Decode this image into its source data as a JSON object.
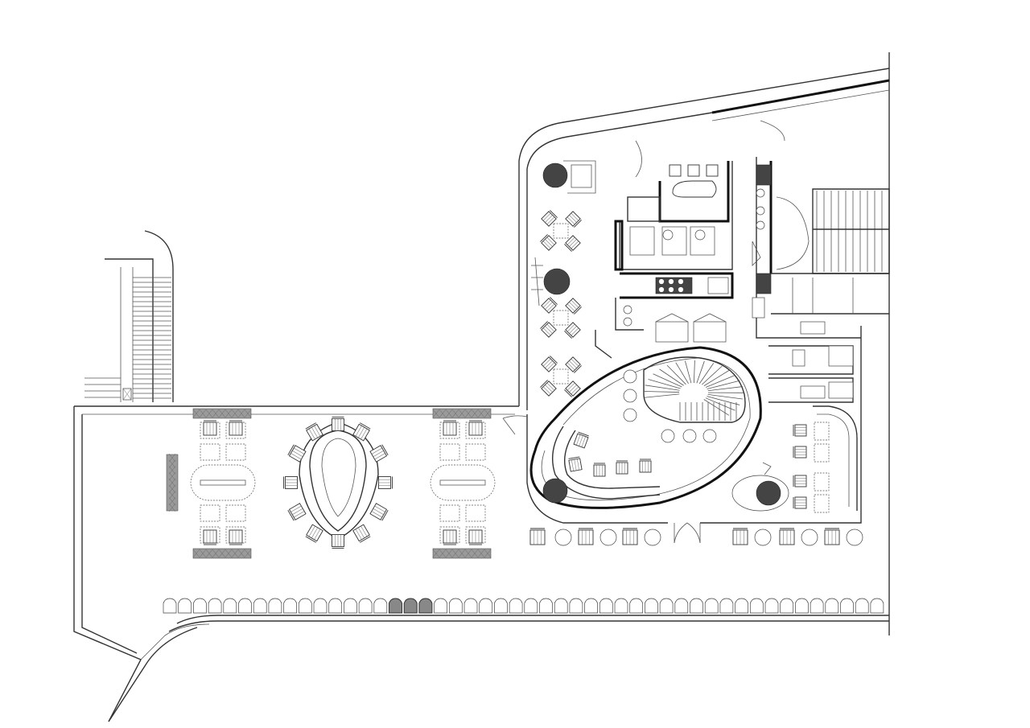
{
  "diagram": {
    "kind": "architectural-floor-plan",
    "drawing_style": "monochrome line drawing",
    "colors": {
      "background": "#ffffff",
      "line": "#333333",
      "fill_dark": "#444444",
      "fill_mid": "#888888"
    },
    "components": [
      "exterior-staircase",
      "outdoor-terrace",
      "oval-banquet-table",
      "rectangular-dining-table",
      "planter-box",
      "curved-facade-wall",
      "restaurant-dining-area",
      "spiral-staircase",
      "bar-counter",
      "kitchen",
      "fire-stair-core",
      "booth-seating",
      "hedge-row",
      "entrance-doors"
    ]
  }
}
